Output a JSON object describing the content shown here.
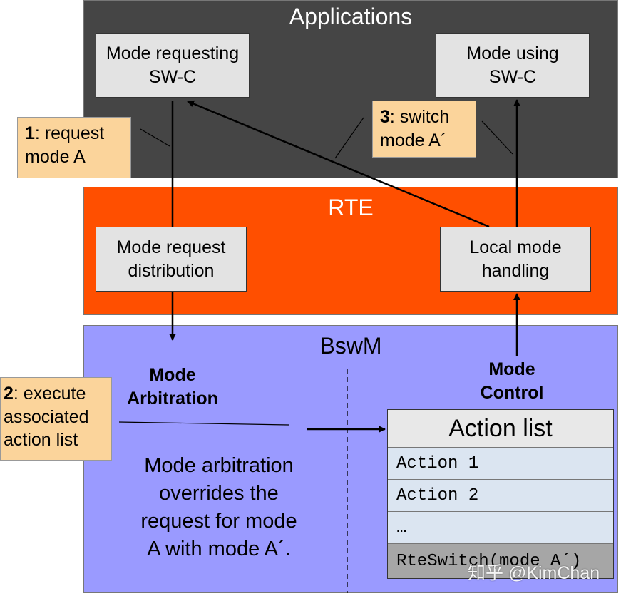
{
  "layers": {
    "applications": "Applications",
    "rte": "RTE",
    "bswm": "BswM"
  },
  "boxes": {
    "mode_requesting": [
      "Mode requesting",
      "SW-C"
    ],
    "mode_using": [
      "Mode using",
      "SW-C"
    ],
    "mode_request_distribution": [
      "Mode request",
      "distribution"
    ],
    "local_mode_handling": [
      "Local mode",
      "handling"
    ]
  },
  "callouts": {
    "step1": {
      "num": "1",
      "text1": ": request",
      "text2": "mode A"
    },
    "step2": {
      "num": "2",
      "text1": ": execute",
      "text2": "associated",
      "text3": "action list"
    },
    "step3": {
      "num": "3",
      "text1": ": switch",
      "text2": "mode A´"
    }
  },
  "labels": {
    "mode_arbitration": [
      "Mode",
      "Arbitration"
    ],
    "mode_control": [
      "Mode",
      "Control"
    ]
  },
  "note": [
    "Mode arbitration",
    "overrides the",
    "request for mode",
    "A with mode A´."
  ],
  "action_list": {
    "title": "Action list",
    "items": [
      "Action 1",
      "Action 2",
      "…",
      "RteSwitch(mode A´)"
    ]
  },
  "watermark": "知乎 @KimChan",
  "colors": {
    "applications_bg": "#454545",
    "rte_bg": "#ff4f00",
    "bswm_bg": "#9a9aff",
    "box_bg": "#e3e3e3",
    "callout_bg": "#fbd49b",
    "action_row_bg": "#dbe5f1",
    "action_last_bg": "#a6a6a6"
  }
}
